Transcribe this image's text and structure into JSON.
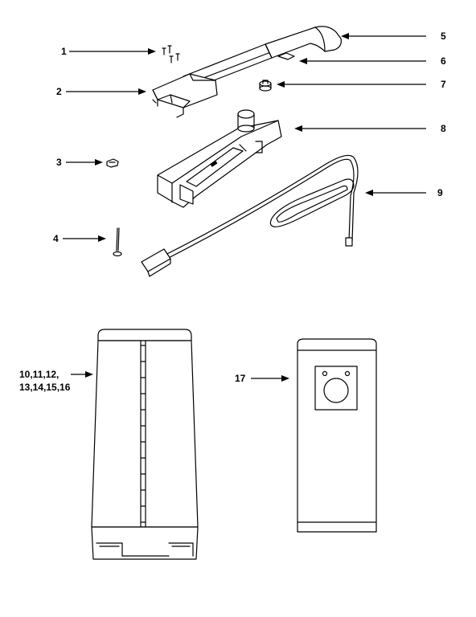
{
  "callouts": {
    "c1": "1",
    "c2": "2",
    "c3": "3",
    "c4": "4",
    "c5": "5",
    "c6": "6",
    "c7": "7",
    "c8": "8",
    "c9": "9",
    "c10_line1": "10,11,12,",
    "c10_line2": "13,14,15,16",
    "c17": "17"
  }
}
